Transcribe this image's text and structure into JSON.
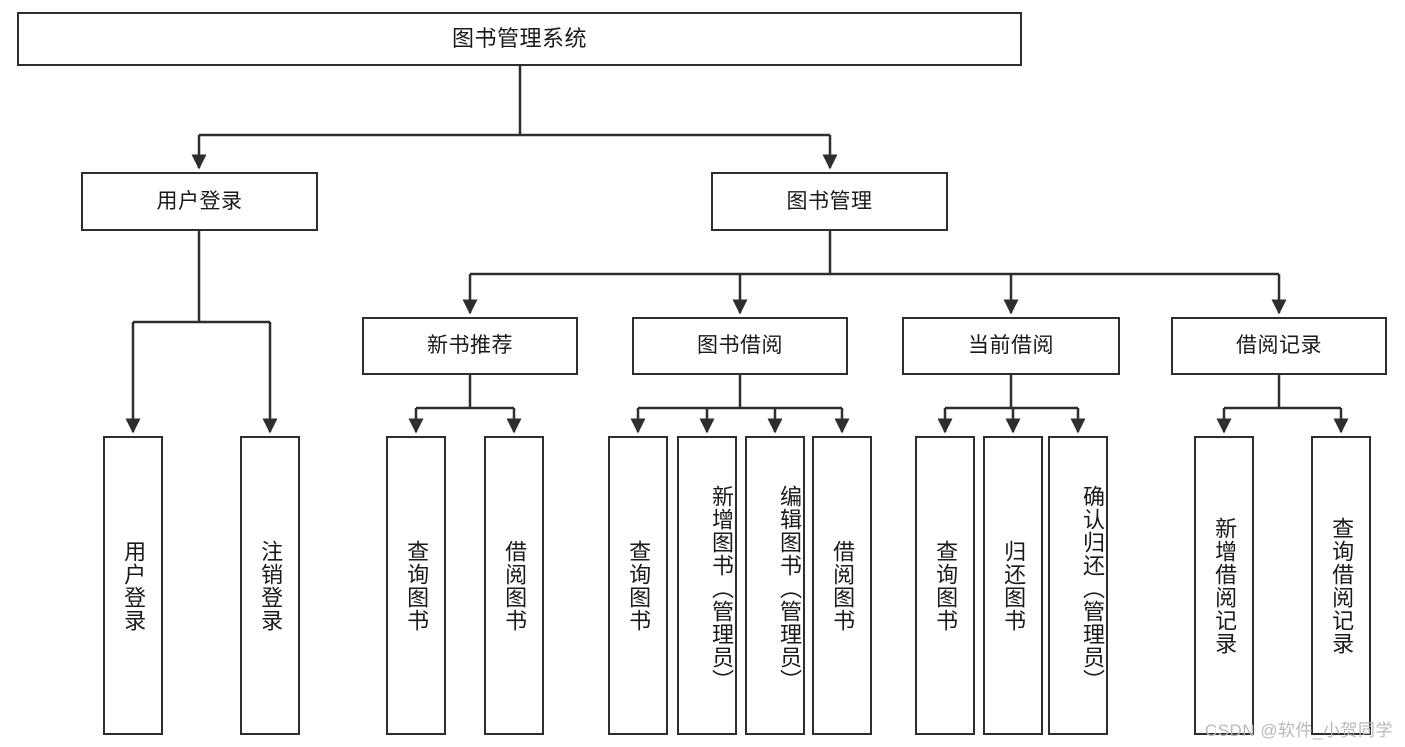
{
  "diagram": {
    "title": "图书管理系统",
    "type": "hierarchy-tree",
    "colors": {
      "stroke": "#2e2e2e",
      "fill": "#ffffff",
      "text": "#1a1a1a",
      "watermark": "#b9b9b9"
    },
    "levels": {
      "root": {
        "label": "图书管理系统"
      },
      "level2": [
        {
          "label": "用户登录"
        },
        {
          "label": "图书管理"
        }
      ],
      "level3": [
        {
          "label": "新书推荐"
        },
        {
          "label": "图书借阅"
        },
        {
          "label": "当前借阅"
        },
        {
          "label": "借阅记录"
        }
      ],
      "leaves": {
        "user_login": [
          {
            "label": "用户登录"
          },
          {
            "label": "注销登录"
          }
        ],
        "new_book_recommend": [
          {
            "label": "查询图书"
          },
          {
            "label": "借阅图书"
          }
        ],
        "book_borrow": [
          {
            "label": "查询图书"
          },
          {
            "label": "新增图书（管理员）"
          },
          {
            "label": "编辑图书（管理员）"
          },
          {
            "label": "借阅图书"
          }
        ],
        "current_borrow": [
          {
            "label": "查询图书"
          },
          {
            "label": "归还图书"
          },
          {
            "label": "确认归还（管理员）"
          }
        ],
        "borrow_record": [
          {
            "label": "新增借阅记录"
          },
          {
            "label": "查询借阅记录"
          }
        ]
      }
    }
  },
  "watermark": {
    "text": "CSDN @软件_小贺同学"
  }
}
